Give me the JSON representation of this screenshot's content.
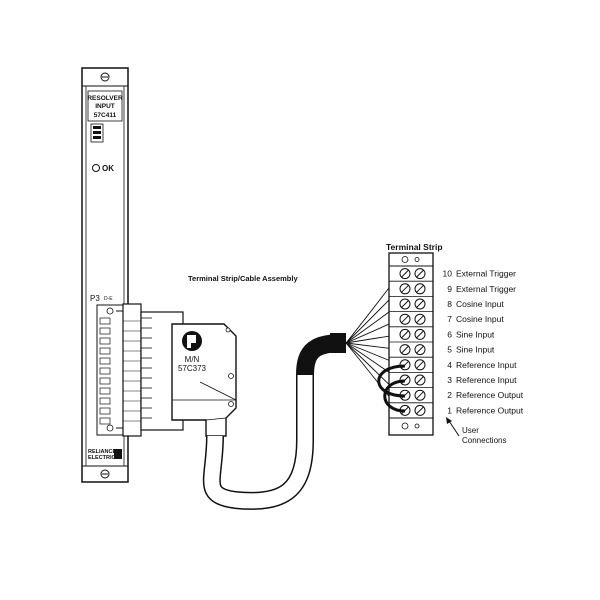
{
  "module": {
    "name_line1": "RESOLVER",
    "name_line2": "INPUT",
    "model": "57C411",
    "led_label": "OK",
    "port_label": "P3",
    "brand_line1": "RELIANCE",
    "brand_line2": "ELECTRIC"
  },
  "assembly": {
    "title": "Terminal Strip/Cable Assembly",
    "mn_label": "M/N",
    "mn_model": "57C373"
  },
  "terminal_strip": {
    "title": "Terminal Strip",
    "terminals": [
      {
        "number": "10",
        "label": "External Trigger"
      },
      {
        "number": "9",
        "label": "External Trigger"
      },
      {
        "number": "8",
        "label": "Cosine Input"
      },
      {
        "number": "7",
        "label": "Cosine Input"
      },
      {
        "number": "6",
        "label": "Sine Input"
      },
      {
        "number": "5",
        "label": "Sine Input"
      },
      {
        "number": "4",
        "label": "Reference Input"
      },
      {
        "number": "3",
        "label": "Reference Input"
      },
      {
        "number": "2",
        "label": "Reference Output"
      },
      {
        "number": "1",
        "label": "Reference Output"
      }
    ],
    "user_connections_line1": "User",
    "user_connections_line2": "Connections"
  }
}
